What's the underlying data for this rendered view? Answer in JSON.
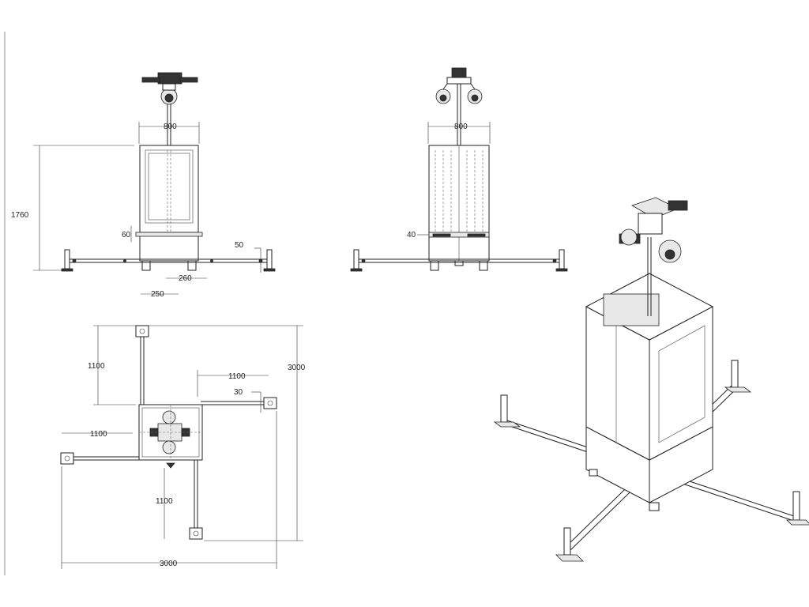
{
  "front_view": {
    "width_dim": "800",
    "height_dim": "1760",
    "small_dim_left": "60",
    "base_height_dim": "50",
    "offset_dim": "260",
    "foot_dim": "250"
  },
  "side_view": {
    "width_dim": "800",
    "small_dim": "40"
  },
  "plan_view": {
    "arm_top": "1100",
    "arm_right": "1100",
    "arm_left": "1100",
    "arm_bottom": "1100",
    "small_dim": "30",
    "overall_height": "3000",
    "overall_width": "3000"
  }
}
